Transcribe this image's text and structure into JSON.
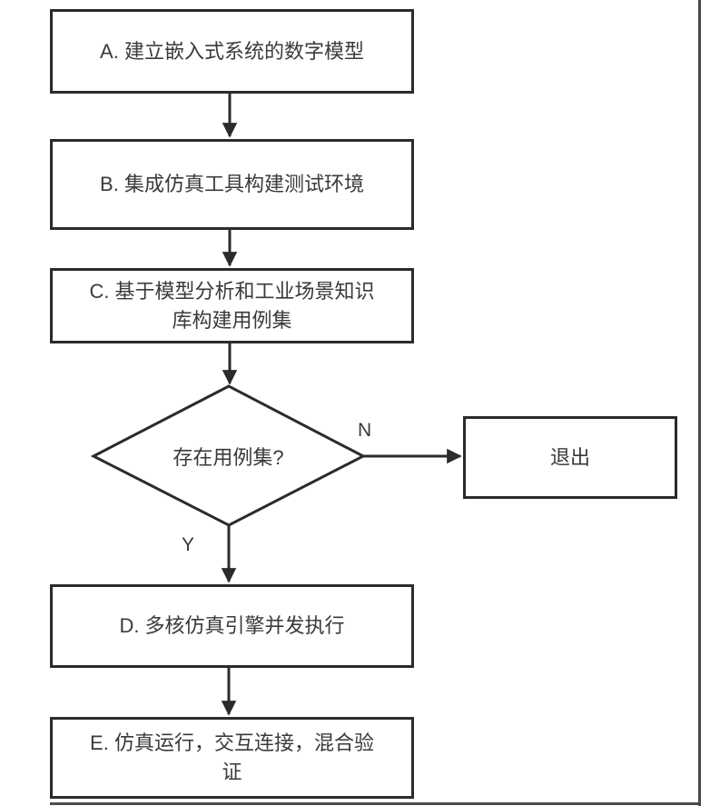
{
  "flowchart": {
    "steps": [
      {
        "id": "A",
        "label": "A. 建立嵌入式系统的数字模型"
      },
      {
        "id": "B",
        "label": "B. 集成仿真工具构建测试环境"
      },
      {
        "id": "C",
        "label": "C. 基于模型分析和工业场景知识库构建用例集"
      },
      {
        "id": "D",
        "label": "D. 多核仿真引擎并发执行"
      },
      {
        "id": "E",
        "label": "E. 仿真运行，交互连接，混合验证"
      }
    ],
    "decision": {
      "label": "存在用例集?",
      "no_label": "N",
      "yes_label": "Y"
    },
    "exit": {
      "label": "退出"
    },
    "colors": {
      "stroke": "#2b2b2b",
      "text": "#3a3a3a",
      "background": "#ffffff"
    }
  }
}
